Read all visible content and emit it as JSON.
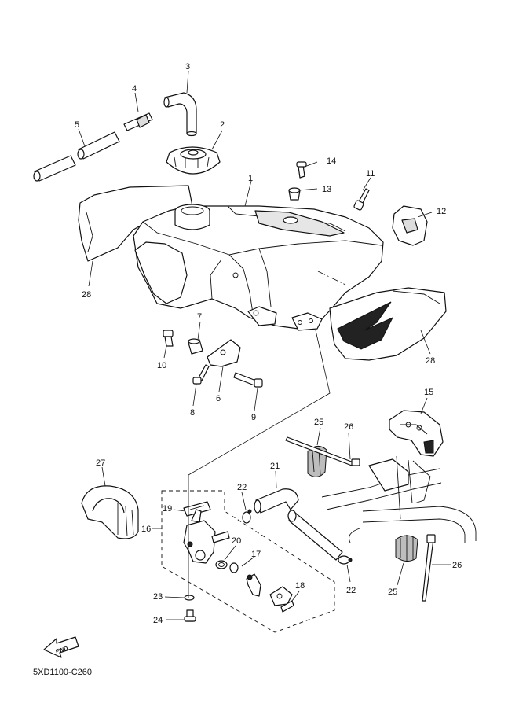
{
  "diagram": {
    "code": "5XD1100-C260",
    "fwd_label": "FWD",
    "callouts": [
      "1",
      "2",
      "3",
      "4",
      "5",
      "6",
      "7",
      "8",
      "9",
      "10",
      "11",
      "12",
      "13",
      "14",
      "15",
      "16",
      "17",
      "18",
      "19",
      "20",
      "21",
      "22",
      "22",
      "23",
      "24",
      "25",
      "25",
      "26",
      "26",
      "27",
      "28",
      "28"
    ]
  }
}
